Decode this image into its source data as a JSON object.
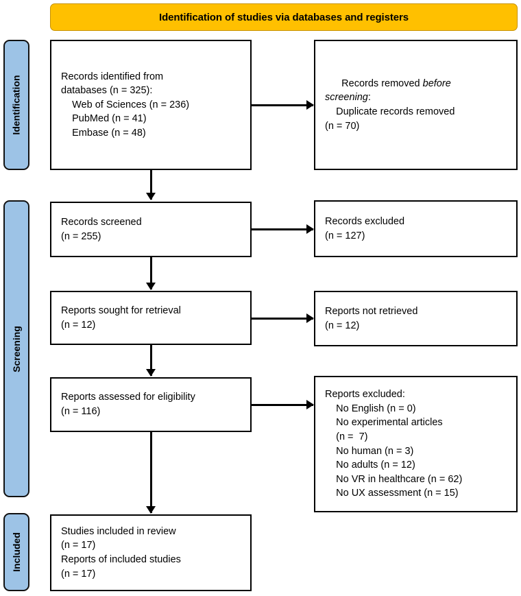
{
  "diagram": {
    "title": "Identification of studies via databases and registers",
    "type": "PRISMA flow diagram",
    "colors": {
      "banner": "#FFC000",
      "stage_bar": "#9DC3E6",
      "box_border": "#000000",
      "box_fill": "#FFFFFF",
      "connector": "#000000"
    }
  },
  "banner": {
    "label": "Identification of studies via databases and registers"
  },
  "stages": [
    {
      "id": "identification",
      "label": "Identification"
    },
    {
      "id": "screening",
      "label": "Screening"
    },
    {
      "id": "included",
      "label": "Included"
    }
  ],
  "boxes": {
    "records_identified": {
      "title": "Records identified from",
      "lines": [
        "Records identified from",
        "databases (n = 325):",
        "    Web of Sciences (n = 236)",
        "    PubMed (n = 41)",
        "    Embase (n = 48)"
      ],
      "total": 325,
      "sources": [
        {
          "name": "Web of Sciences",
          "n": 236
        },
        {
          "name": "PubMed",
          "n": 41
        },
        {
          "name": "Embase",
          "n": 48
        }
      ]
    },
    "records_removed": {
      "line1_prefix": "Records removed ",
      "line1_italic": "before",
      "line2_italic": "screening",
      "line2_suffix": ":",
      "lines_rest": [
        "    Duplicate records removed",
        "(n = 70)"
      ],
      "duplicate_records_removed": 70
    },
    "records_screened": {
      "lines": [
        "Records screened",
        "(n = 255)"
      ],
      "n": 255
    },
    "records_excluded": {
      "lines": [
        "Records excluded",
        "(n = 127)"
      ],
      "n": 127
    },
    "reports_sought": {
      "lines": [
        "Reports sought for retrieval",
        "(n = 12)"
      ],
      "n": 12
    },
    "reports_not_retrieved": {
      "lines": [
        "Reports not retrieved",
        "(n = 12)"
      ],
      "n": 12
    },
    "reports_assessed": {
      "lines": [
        "Reports assessed for eligibility",
        "(n = 116)"
      ],
      "n": 116
    },
    "reports_excluded": {
      "lines": [
        "Reports excluded:",
        "    No English (n = 0)",
        "    No experimental articles",
        "    (n =  7)",
        "    No human (n = 3)",
        "    No adults (n = 12)",
        "    No VR in healthcare (n = 62)",
        "    No UX assessment (n = 15)"
      ],
      "reasons": [
        {
          "reason": "No English",
          "n": 0
        },
        {
          "reason": "No experimental articles",
          "n": 7
        },
        {
          "reason": "No human",
          "n": 3
        },
        {
          "reason": "No adults",
          "n": 12
        },
        {
          "reason": "No VR in healthcare",
          "n": 62
        },
        {
          "reason": "No UX assessment",
          "n": 15
        }
      ]
    },
    "studies_included": {
      "lines": [
        "Studies included in review",
        "(n = 17)",
        "Reports of included studies",
        "(n = 17)"
      ],
      "studies_n": 17,
      "reports_n": 17
    }
  }
}
